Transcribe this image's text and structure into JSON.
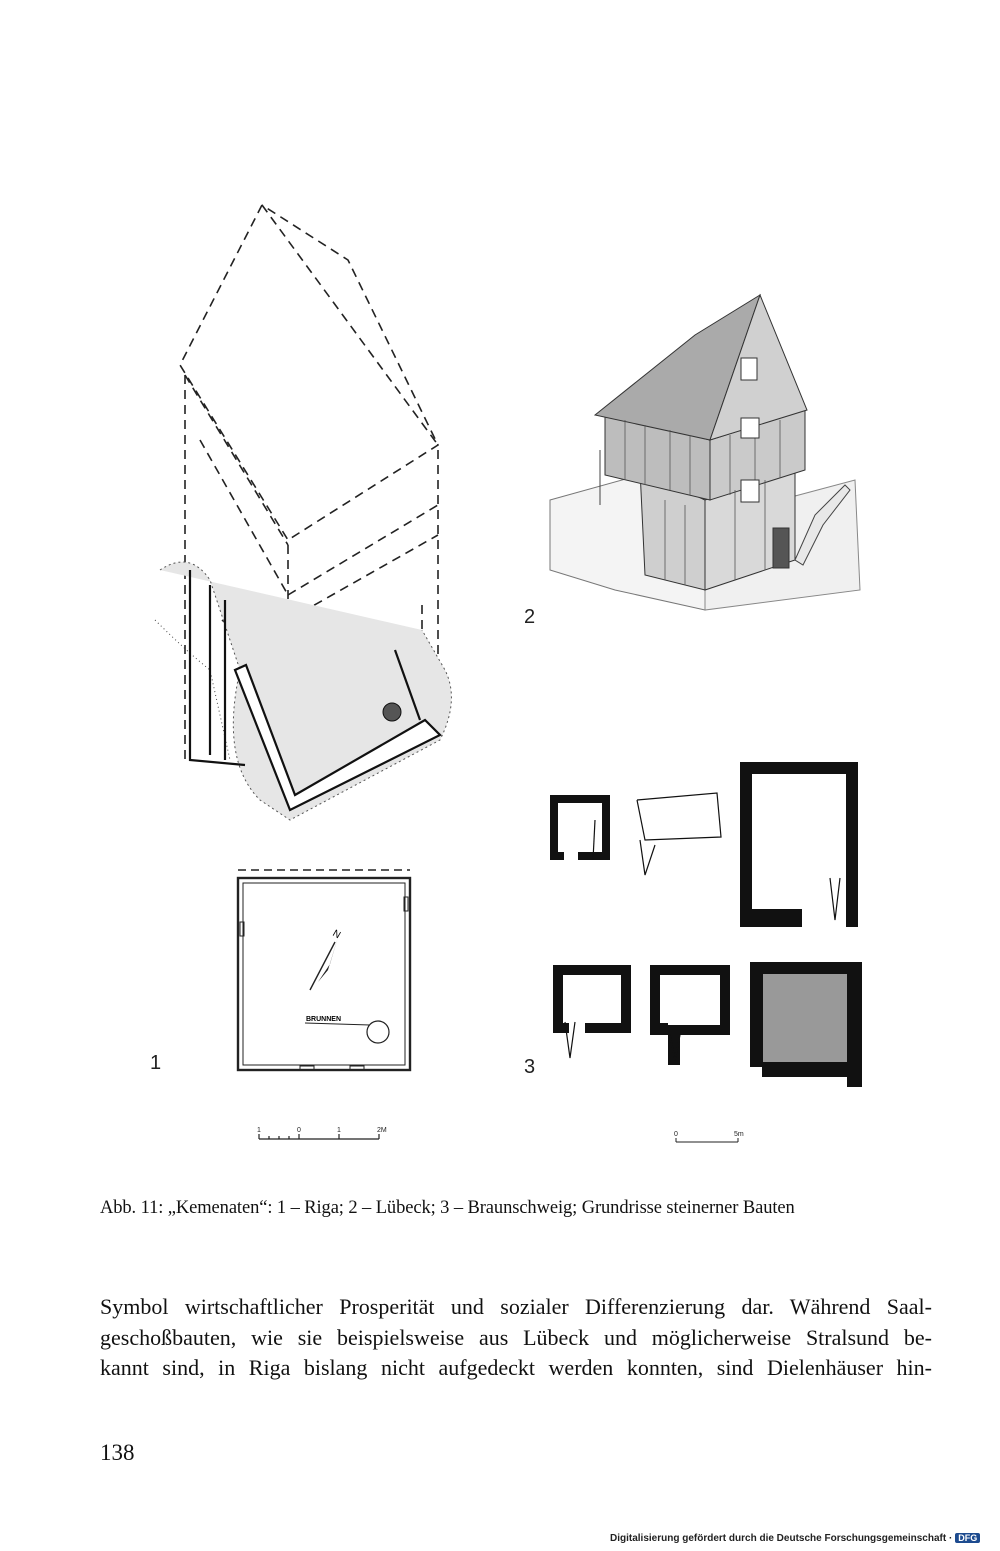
{
  "figures": {
    "fig1": {
      "number": "1",
      "well_label": "BRUNNEN",
      "north_label": "N",
      "scale": [
        "1",
        "0",
        "1",
        "2M"
      ]
    },
    "fig2": {
      "number": "2"
    },
    "fig3": {
      "number": "3",
      "scale": [
        "0",
        "5m"
      ]
    }
  },
  "caption": "Abb. 11: „Kemenaten“: 1 – Riga; 2 – Lübeck; 3 – Braunschweig; Grundrisse steinerner Bauten",
  "body": {
    "lines": [
      "Symbol wirtschaftlicher Prosperität und sozialer Differenzierung dar. Während Saal-",
      "geschoßbauten, wie sie beispielsweise aus Lübeck und möglicherweise Stralsund be-",
      "kannt sind, in Riga bislang nicht aufgedeckt werden konnten, sind Dielenhäuser hin-"
    ]
  },
  "page_number": "138",
  "footer": {
    "text": "Digitalisierung gefördert durch die Deutsche Forschungsgemeinschaft ·",
    "logo": "DFG"
  }
}
